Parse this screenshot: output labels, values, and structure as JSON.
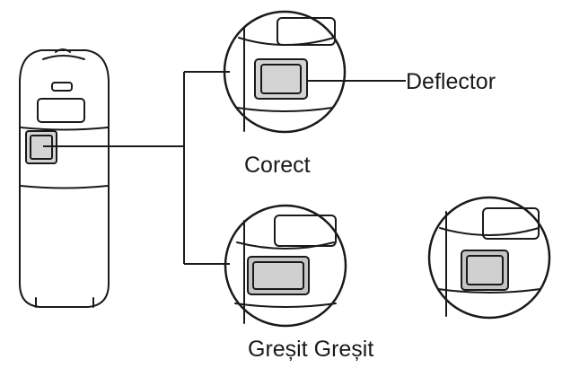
{
  "labels": {
    "deflector": "Deflector",
    "correct": "Corect",
    "wrong": "Greșit Greșit"
  },
  "colors": {
    "outline": "#1a1a1a",
    "deflector_fill": "#d4d4d4",
    "deflector_fill_wrong": "#c4c4c4"
  }
}
